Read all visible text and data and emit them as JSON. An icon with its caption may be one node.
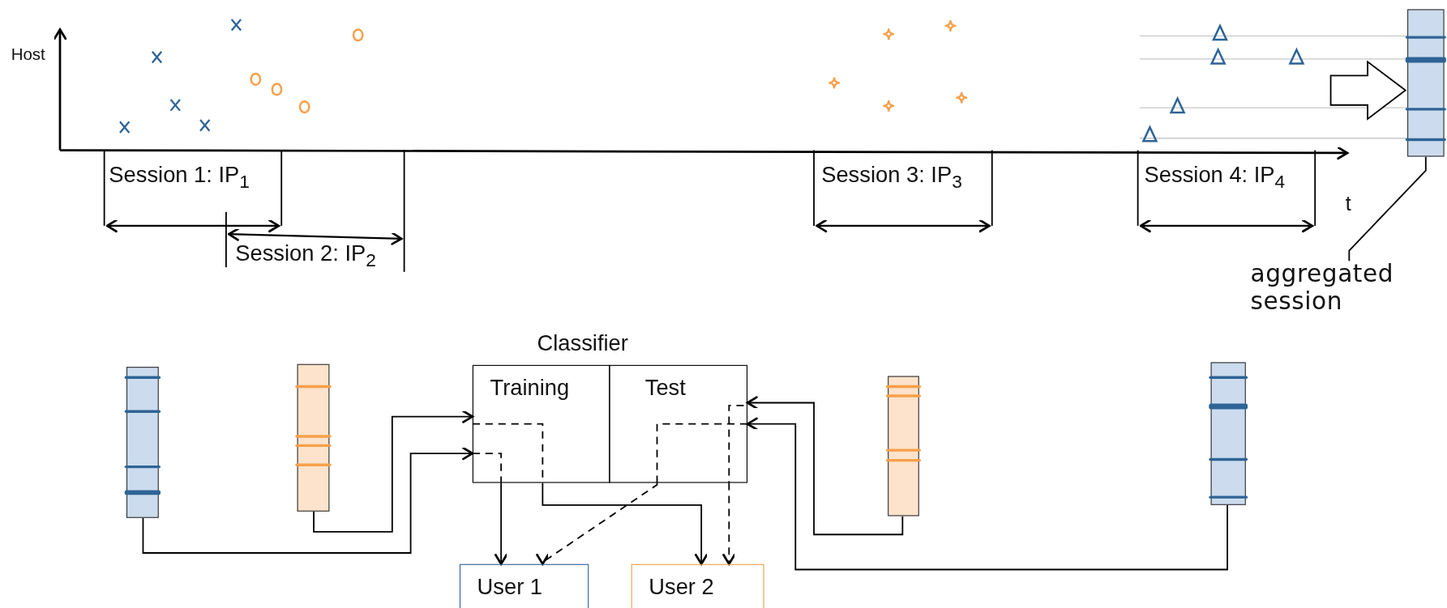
{
  "diagram": {
    "nodes": [
      {
        "text": [],
        "shape": "bar"
      },
      {
        "text": [
          "aggregated session"
        ]
      },
      {
        "text": [
          "Classifier"
        ]
      },
      {
        "text": [
          "Training"
        ],
        "in": 2
      },
      {
        "text": [
          "Test"
        ],
        "in": 2
      },
      {
        "text": [],
        "shape": "bar"
      },
      {
        "text": [],
        "shape": "bar"
      },
      {
        "text": [],
        "shape": "bar"
      },
      {
        "text": [],
        "shape": "bar"
      },
      {
        "text": [
          "User 1"
        ]
      },
      {
        "text": [
          "User 2"
        ]
      }
    ],
    "edges": [
      {
        "from": null,
        "to": 0,
        "arrow": "to"
      },
      {
        "from": 1,
        "to": 0,
        "arrow": "none"
      },
      {
        "from": 5,
        "to": 3,
        "arrow": "to"
      },
      {
        "from": 6,
        "to": 3,
        "arrow": "to"
      },
      {
        "from": 7,
        "to": 4,
        "arrow": "to"
      },
      {
        "from": 8,
        "to": 4,
        "arrow": "to"
      },
      {
        "from": 3,
        "to": 9,
        "arrow": "to"
      },
      {
        "from": 3,
        "to": 10,
        "arrow": "to"
      },
      {
        "from": 4,
        "to": 9,
        "arrow": "to",
        "style": "dashed"
      },
      {
        "from": 4,
        "to": 10,
        "arrow": "to",
        "style": "dashed"
      }
    ],
    "labels": [
      "Host",
      "Session 1: IP$_{1}$",
      "Session 2: IP$_{2}$",
      "Session 3: IP$_{3}$",
      "Session 4: IP$_{4}$",
      "t"
    ]
  }
}
